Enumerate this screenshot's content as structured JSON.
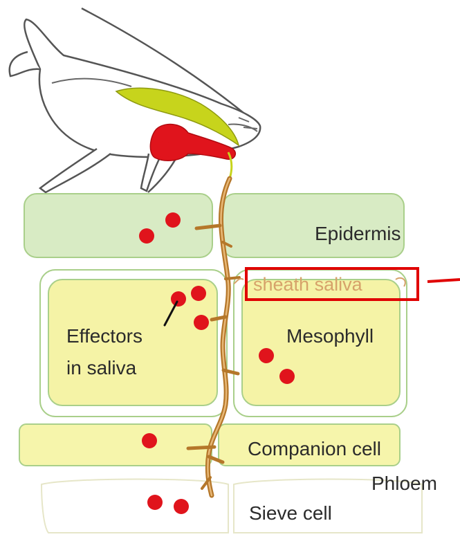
{
  "labels": {
    "epidermis": "Epidermis",
    "sheath_saliva": "sheath saliva",
    "effectors_line1": "Effectors",
    "effectors_line2": "in saliva",
    "mesophyll": "Mesophyll",
    "companion_cell": "Companion cell",
    "phloem": "Phloem",
    "sieve_cell": "Sieve cell"
  },
  "colors": {
    "epidermis_fill": "#d8ebc4",
    "mesophyll_fill": "#f5f3a6",
    "companion_fill": "#f6f5ab",
    "cell_border": "#a9cf8a",
    "saliva_dot": "#e0141c",
    "stylet": "#b5772a",
    "highlight_box": "#e00000",
    "gland_yellow": "#c7d41c",
    "gland_red": "#e0141c"
  }
}
